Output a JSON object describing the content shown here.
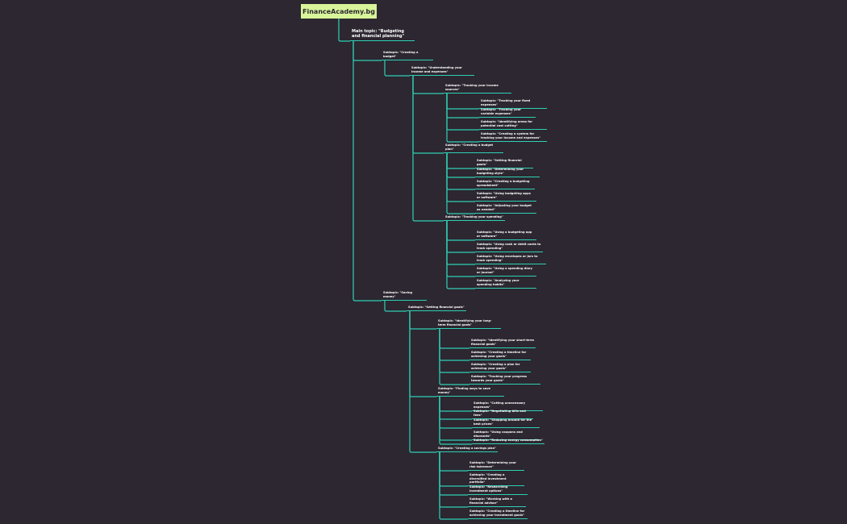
{
  "root": {
    "label": "FinanceAcademy.bg"
  },
  "nodes": [
    {
      "id": "n1",
      "label": "Main topic: \"Budgeting and financial planning\""
    },
    {
      "id": "n2",
      "label": "Subtopic: \"Creating a budget\""
    },
    {
      "id": "n3",
      "label": "Subtopic: \"Understanding your income and expenses\""
    },
    {
      "id": "n4",
      "label": "Subtopic: \"Tracking your income sources\""
    },
    {
      "id": "n5",
      "label": "Subtopic: \"Tracking your fixed expenses\""
    },
    {
      "id": "n6",
      "label": "Subtopic: \"Tracking your variable expenses\""
    },
    {
      "id": "n7",
      "label": "Subtopic: \"Identifying areas for potential cost cutting\""
    },
    {
      "id": "n8",
      "label": "Subtopic: \"Creating a system for tracking your income and expenses\""
    },
    {
      "id": "n9",
      "label": "Subtopic: \"Creating a budget plan\""
    },
    {
      "id": "n10",
      "label": "Subtopic: \"Setting financial goals\""
    },
    {
      "id": "n11",
      "label": "Subtopic: \"Determining your budgeting style\""
    },
    {
      "id": "n12",
      "label": "Subtopic: \"Creating a budgeting spreadsheet\""
    },
    {
      "id": "n13",
      "label": "Subtopic: \"Using budgeting apps or software\""
    },
    {
      "id": "n14",
      "label": "Subtopic: \"Adjusting your budget as needed\""
    },
    {
      "id": "n15",
      "label": "Subtopic: \"Tracking your spending\""
    },
    {
      "id": "n16",
      "label": "Subtopic: \"Using a budgeting app or software\""
    },
    {
      "id": "n17",
      "label": "Subtopic: \"Using cash or debit cards to track spending\""
    },
    {
      "id": "n18",
      "label": "Subtopic: \"Using envelopes or jars to track spending\""
    },
    {
      "id": "n19",
      "label": "Subtopic: \"Using a spending diary or journal\""
    },
    {
      "id": "n20",
      "label": "Subtopic: \"Analyzing your spending habits\""
    },
    {
      "id": "n21",
      "label": "Subtopic: \"Saving money\""
    },
    {
      "id": "n22",
      "label": "Subtopic: \"Setting financial goals\""
    },
    {
      "id": "n23",
      "label": "Subtopic: \"Identifying your long-term financial goals\""
    },
    {
      "id": "n24",
      "label": "Subtopic: \"Identifying your short-term financial goals\""
    },
    {
      "id": "n25",
      "label": "Subtopic: \"Creating a timeline for achieving your goals\""
    },
    {
      "id": "n26",
      "label": "Subtopic: \"Creating a plan for achieving your goals\""
    },
    {
      "id": "n27",
      "label": "Subtopic: \"Tracking your progress towards your goals\""
    },
    {
      "id": "n28",
      "label": "Subtopic: \"Finding ways to save money\""
    },
    {
      "id": "n29",
      "label": "Subtopic: \"Cutting unnecessary expenses\""
    },
    {
      "id": "n30",
      "label": "Subtopic: \"Negotiating bills and fees\""
    },
    {
      "id": "n31",
      "label": "Subtopic: \"Shopping around for the best prices\""
    },
    {
      "id": "n32",
      "label": "Subtopic: \"Using coupons and discounts\""
    },
    {
      "id": "n33",
      "label": "Subtopic: \"Reducing energy consumption\""
    },
    {
      "id": "n34",
      "label": "Subtopic: \"Creating a savings plan\""
    },
    {
      "id": "n35",
      "label": "Subtopic: \"Determining your risk tolerance\""
    },
    {
      "id": "n36",
      "label": "Subtopic: \"Creating a diversified investment portfolio\""
    },
    {
      "id": "n37",
      "label": "Subtopic: \"Researching investment options\""
    },
    {
      "id": "n38",
      "label": "Subtopic: \"Working with a financial advisor\""
    },
    {
      "id": "n39",
      "label": "Subtopic: \"Creating a timeline for achieving your investment goals\""
    }
  ],
  "colors": {
    "background": "#2c2730",
    "root_fill": "#d8f59a",
    "root_text": "#2c2730",
    "node_text": "#ffffff",
    "connector": "#2fd0b6"
  }
}
